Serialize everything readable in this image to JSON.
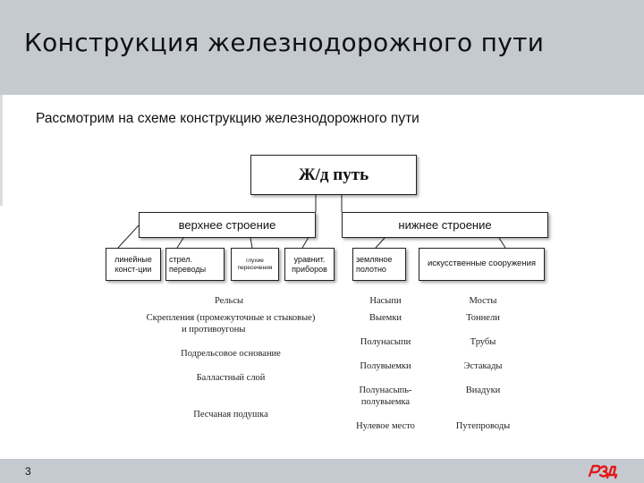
{
  "header": {
    "title": "Конструкция железнодорожного пути"
  },
  "subtitle": "Рассмотрим на схеме конструкцию железнодорожного пути",
  "diagram": {
    "root": "Ж/д путь",
    "upper": {
      "label": "верхнее строение",
      "children": [
        "линейные конст-ции",
        "стрел. переводы",
        "глухие пересечения",
        "уравнит. приборов"
      ],
      "items": [
        "Рельсы",
        "Скрепления (промежуточные и стыковые)",
        "и противоугоны",
        "Подрельсовое основание",
        "Балластный слой",
        "Песчаная подушка"
      ]
    },
    "lower": {
      "label": "нижнее строение",
      "children": [
        "земляное полотно",
        "искусственные сооружения"
      ],
      "earth_items": [
        "Насыпи",
        "Выемки",
        "Полунасыпи",
        "Полувыемки",
        "Полунасыпь-",
        "полувыемка",
        "Нулевое место"
      ],
      "structure_items": [
        "Мосты",
        "Тоннели",
        "Трубы",
        "Эстакады",
        "Виадуки",
        "Путепроводы"
      ]
    }
  },
  "footer": {
    "page_number": "3",
    "logo_text": "РЖД"
  },
  "colors": {
    "header_band": "#c5cad1",
    "logo_red": "#e21a1a"
  }
}
